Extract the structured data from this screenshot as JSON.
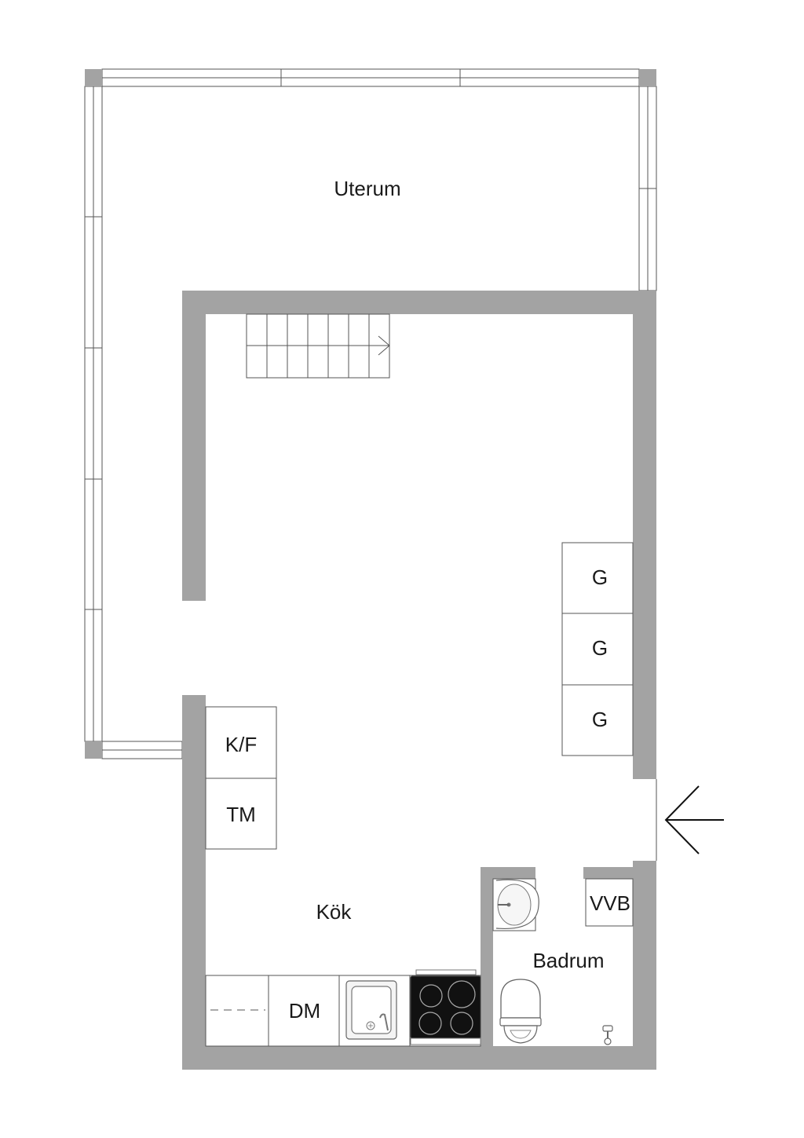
{
  "rooms": {
    "uterum": "Uterum",
    "kok": "Kök",
    "badrum": "Badrum"
  },
  "appliances": {
    "wardrobe_1": "G",
    "wardrobe_2": "G",
    "wardrobe_3": "G",
    "fridge_freezer": "K/F",
    "washing_machine": "TM",
    "dishwasher": "DM",
    "water_heater": "VVB"
  },
  "icons": {
    "entrance": "entrance-arrow-icon",
    "stairs": "stairs-icon",
    "sink": "kitchen-sink-icon",
    "stove": "stove-icon",
    "washbasin": "washbasin-icon",
    "toilet": "toilet-icon",
    "floor_drain": "floor-drain-icon"
  },
  "colors": {
    "wall": "#a3a3a3",
    "line": "#555555",
    "text": "#1a1a1a",
    "stove": "#111111"
  }
}
